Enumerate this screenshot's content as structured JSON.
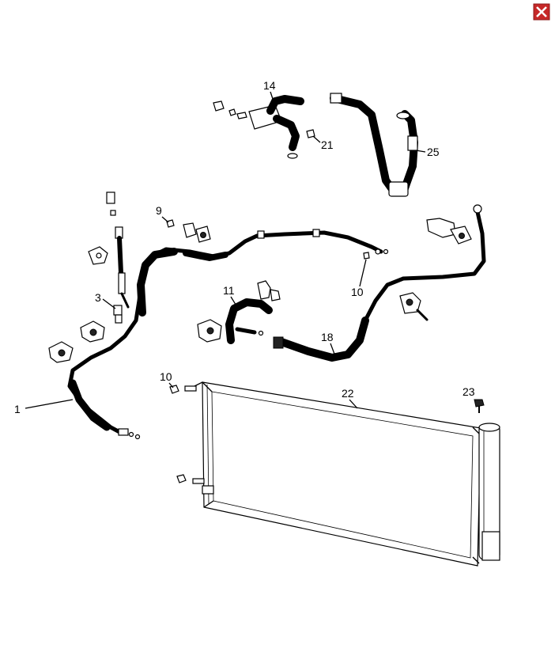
{
  "close_button": {
    "icon": "close-x-icon",
    "color": "#c62828"
  },
  "callouts": {
    "c1": "1",
    "c3": "3",
    "c9": "9",
    "c10a": "10",
    "c10b": "10",
    "c11": "11",
    "c14": "14",
    "c18": "18",
    "c21": "21",
    "c22": "22",
    "c23": "23",
    "c25": "25"
  }
}
